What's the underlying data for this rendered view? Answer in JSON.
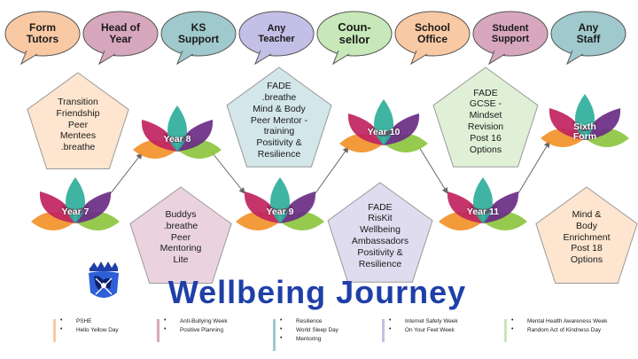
{
  "title": "Wellbeing Journey",
  "colors": {
    "title": "#1f3fa8",
    "petal_teal": "#2fae9a",
    "petal_purple": "#6a2c85",
    "petal_magenta": "#c0245f",
    "petal_orange": "#f2912a",
    "petal_green": "#8dc63f"
  },
  "top_bubbles": [
    {
      "label": "Form\nTutors",
      "color": "#f9c9a4"
    },
    {
      "label": "Head of\nYear",
      "color": "#d7a7bd"
    },
    {
      "label": "KS\nSupport",
      "color": "#9fc9cc"
    },
    {
      "label": "Any\nTeacher",
      "color": "#c3bfe6"
    },
    {
      "label": "Coun-\nsellor",
      "color": "#c7e8b8"
    },
    {
      "label": "School\nOffice",
      "color": "#f9c9a4"
    },
    {
      "label": "Student\nSupport",
      "color": "#d7a7bd"
    },
    {
      "label": "Any\nStaff",
      "color": "#9fc9cc"
    }
  ],
  "pentagons": [
    {
      "text": "Transition\nFriendship\nPeer\nMentees\n.breathe",
      "fill": "#fde5cf"
    },
    {
      "text": "Buddys\n.breathe\nPeer\nMentoring\nLite",
      "fill": "#ead3df"
    },
    {
      "text": "FADE\n.breathe\nMind & Body\nPeer Mentor -\ntraining\nPositivity &\nResilience",
      "fill": "#d3e6ea"
    },
    {
      "text": "FADE\nRisKit\nWellbeing\nAmbassadors\nPositivity &\nResilience",
      "fill": "#e0dcef"
    },
    {
      "text": "FADE\nGCSE -\nMindset\nRevision\nPost 16\nOptions",
      "fill": "#dff0d6"
    },
    {
      "text": "Mind &\nBody\nEnrichment\nPost 18\nOptions",
      "fill": "#fde5cf"
    }
  ],
  "lotuses": [
    {
      "label": "Year 7"
    },
    {
      "label": "Year 8"
    },
    {
      "label": "Year 9"
    },
    {
      "label": "Year 10"
    },
    {
      "label": "Year 11"
    },
    {
      "label": "Sixth\nForm"
    }
  ],
  "legend": [
    {
      "items": [
        "PSHE",
        "Hello Yellow Day"
      ],
      "color": "#f9c9a4"
    },
    {
      "items": [
        "Anti-Bullying Week",
        "Positive Planning"
      ],
      "color": "#d7a7bd"
    },
    {
      "items": [
        "Resilience",
        "World Sleep Day",
        "Mentoring"
      ],
      "color": "#9fc9cc"
    },
    {
      "items": [
        "Internet Safety Week",
        "On Your Feet Week"
      ],
      "color": "#c3bfe6"
    },
    {
      "items": [
        "Mental Health Awareness Week",
        "Random Act of Kindness Day"
      ],
      "color": "#c7e8b8"
    }
  ],
  "crest_icon": "school-crest-icon"
}
